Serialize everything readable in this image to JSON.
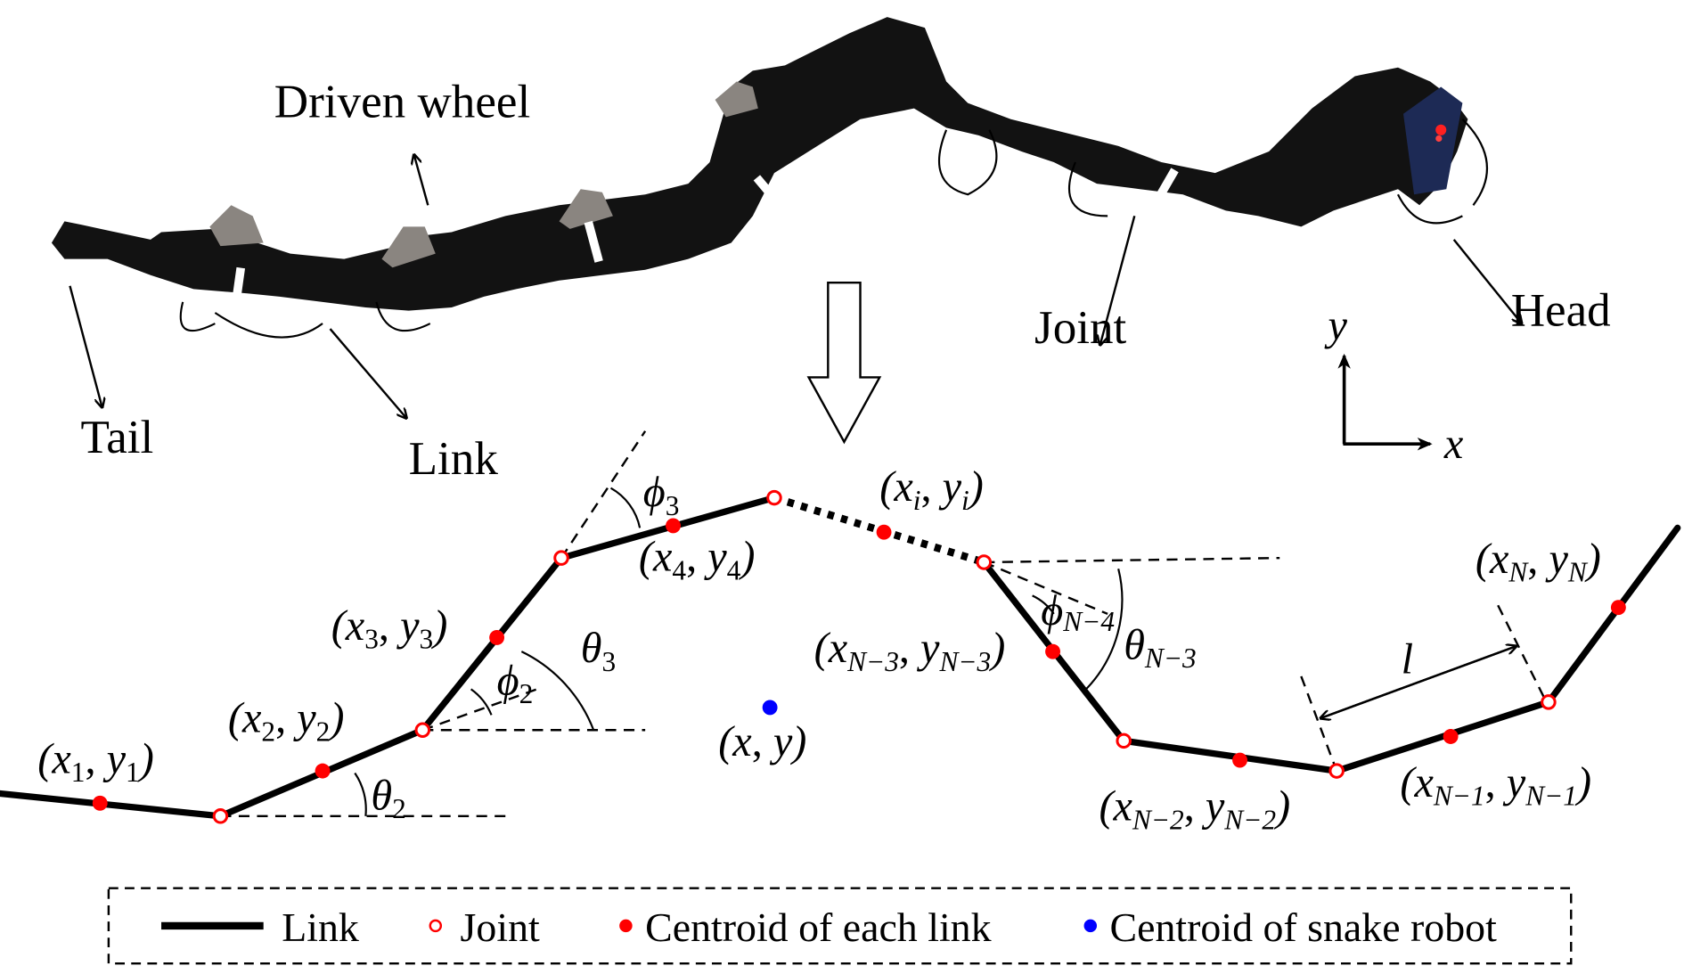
{
  "figure": {
    "photo_labels": {
      "driven_wheel": "Driven wheel",
      "tail": "Tail",
      "link": "Link",
      "joint": "Joint",
      "head": "Head"
    },
    "axes": {
      "y": "y",
      "x": "x"
    },
    "colors": {
      "link": "#000000",
      "joint": "#ff0000",
      "link_centroid": "#ff0000",
      "robot_centroid": "#0000ff"
    },
    "model_labels": {
      "p1": {
        "x": "x",
        "xs": "1",
        "y": "y",
        "ys": "1"
      },
      "p2": {
        "x": "x",
        "xs": "2",
        "y": "y",
        "ys": "2"
      },
      "p3": {
        "x": "x",
        "xs": "3",
        "y": "y",
        "ys": "3"
      },
      "p4": {
        "x": "x",
        "xs": "4",
        "y": "y",
        "ys": "4"
      },
      "pi": {
        "x": "x",
        "xs": "i",
        "y": "y",
        "ys": "i"
      },
      "pN3": {
        "x": "x",
        "xs": "N−3",
        "y": "y",
        "ys": "N−3"
      },
      "pN2": {
        "x": "x",
        "xs": "N−2",
        "y": "y",
        "ys": "N−2"
      },
      "pN1": {
        "x": "x",
        "xs": "N−1",
        "y": "y",
        "ys": "N−1"
      },
      "pN": {
        "x": "x",
        "xs": "N",
        "y": "y",
        "ys": "N"
      },
      "center": {
        "x": "x",
        "y": "y"
      },
      "theta2": {
        "sym": "θ",
        "sub": "2"
      },
      "theta3": {
        "sym": "θ",
        "sub": "3"
      },
      "thetaN3": {
        "sym": "θ",
        "sub": "N−3"
      },
      "phi2": {
        "sym": "ϕ",
        "sub": "2"
      },
      "phi3": {
        "sym": "ϕ",
        "sub": "3"
      },
      "phiN4": {
        "sym": "ϕ",
        "sub": "N−4"
      },
      "length": "l"
    },
    "legend": {
      "link": "Link",
      "joint": "Joint",
      "link_centroid": "Centroid of each link",
      "robot_centroid": "Centroid of snake robot"
    }
  }
}
